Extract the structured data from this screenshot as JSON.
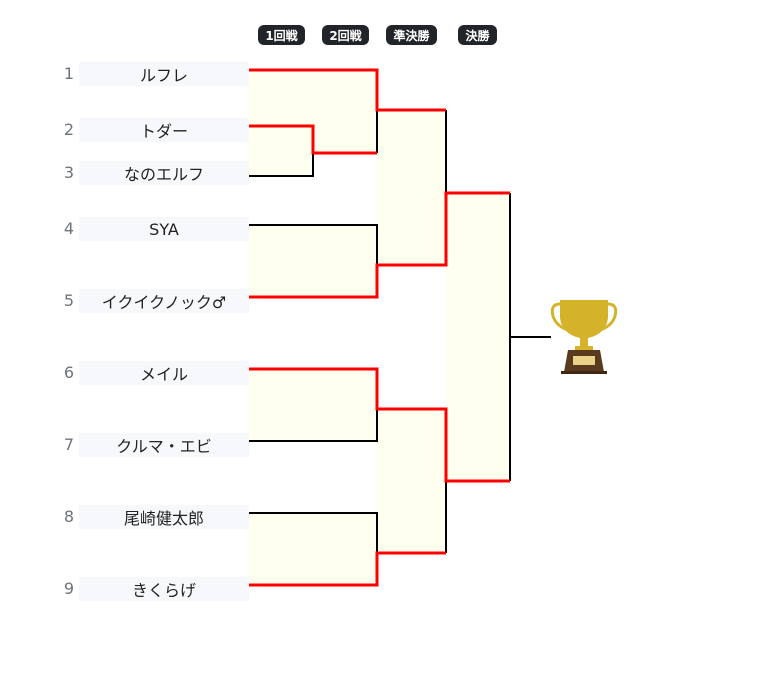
{
  "rounds": [
    "1回戦",
    "2回戦",
    "準決勝",
    "決勝"
  ],
  "entries": [
    {
      "seed": "1",
      "name": "ルフレ"
    },
    {
      "seed": "2",
      "name": "トダー"
    },
    {
      "seed": "3",
      "name": "なのエルフ"
    },
    {
      "seed": "4",
      "name": "SYA"
    },
    {
      "seed": "5",
      "name": "イクイクノック♂"
    },
    {
      "seed": "6",
      "name": "メイル"
    },
    {
      "seed": "7",
      "name": "クルマ・エビ"
    },
    {
      "seed": "8",
      "name": "尾崎健太郎"
    },
    {
      "seed": "9",
      "name": "きくらげ"
    }
  ],
  "colors": {
    "win": "#ff0000",
    "lose": "#000000",
    "fill": "#fffff0",
    "trophy": "#d4b22a"
  }
}
